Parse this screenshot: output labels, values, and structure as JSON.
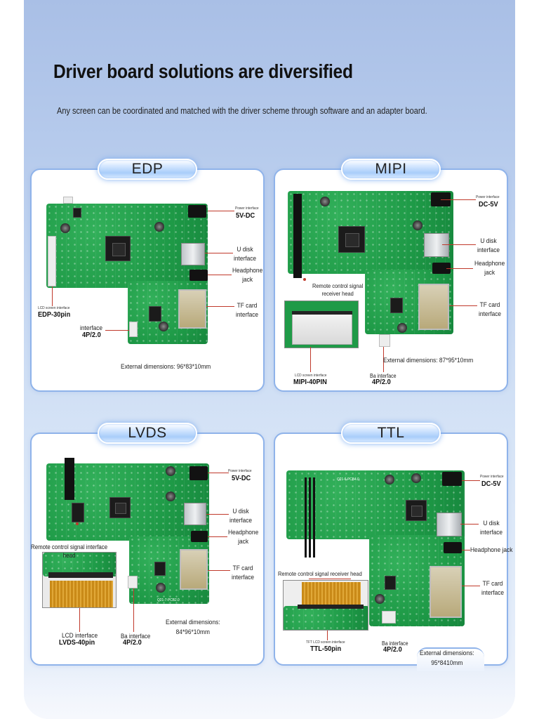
{
  "page": {
    "title": "Driver board solutions are diversified",
    "subtitle": "Any screen can be coordinated and matched with the driver scheme through software and an adapter board."
  },
  "panels": {
    "edp": {
      "name": "EDP",
      "power_small": "Power interface",
      "power_main": "5V-DC",
      "usb": "U disk\ninterface",
      "headphone": "Headphone\njack",
      "tf": "TF card\ninterface",
      "lcd_small": "LCD screen interface",
      "lcd_main": "EDP-30pin",
      "ba_small": "interface",
      "ba_main": "4P/2.0",
      "dimensions": "External dimensions: 96*83*10mm"
    },
    "mipi": {
      "name": "MIPI",
      "power_small": "Power interface",
      "power_main": "DC-5V",
      "usb": "U disk\ninterface",
      "headphone": "Headphone\njack",
      "tf": "TF card\ninterface",
      "remote": "Remote control signal\nreceiver head",
      "lcd_small": "LCD screen interface",
      "lcd_main": "MIPI-40PIN",
      "ba_small": "Ba interface",
      "ba_main": "4P/2.0",
      "dimensions": "External dimensions: 87*95*10mm"
    },
    "lvds": {
      "name": "LVDS",
      "power_small": "Power interface",
      "power_main": "5V-DC",
      "usb": "U disk\ninterface",
      "headphone": "Headphone\njack",
      "tf": "TF card\ninterface",
      "remote": "Remote control signal interface\nhead",
      "lcd_small": "LCD interface",
      "lcd_main": "LVDS-40pin",
      "ba_small": "Ba interface",
      "ba_main": "4P/2.0",
      "dimensions": "External dimensions:\n84*96*10mm",
      "board_code": "Q21-7-PCB2.0"
    },
    "ttl": {
      "name": "TTL",
      "power_small": "Power interface",
      "power_main": "DC-5V",
      "usb": "U disk\ninterface",
      "headphone": "Headphone jack",
      "tf": "TF card\ninterface",
      "remote": "Remote control signal receiver head",
      "lcd_small": "TFT LCD screen interface",
      "lcd_main": "TTL-50pin",
      "ba_small": "Ba interface",
      "ba_main": "4P/2.0",
      "dimensions": "External dimensions:\n95*8410mm",
      "board_code": "Q21-6-PCB4.0"
    }
  },
  "colors": {
    "panel_border": "#8fb3ea",
    "pcb_green": "#1e9a47",
    "leader_line": "#c0392b"
  }
}
